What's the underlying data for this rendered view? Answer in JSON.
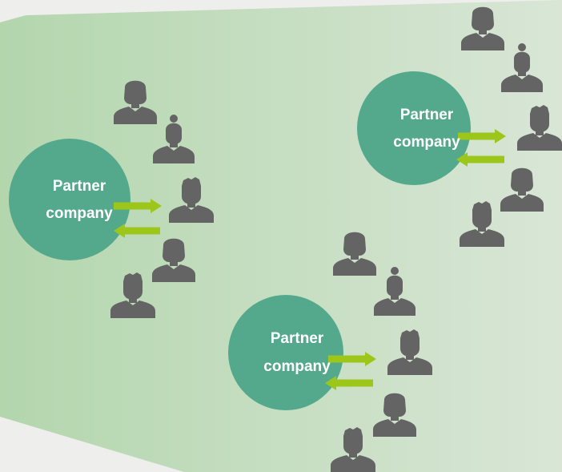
{
  "colors": {
    "background": "#eeeeec",
    "panel_left": "#b3d6ad",
    "panel_right": "#d9e6d6",
    "company_circle": "#54a98d",
    "person": "#646464",
    "arrow": "#9cc71a"
  },
  "groups": [
    {
      "company": {
        "line1": "Partner",
        "line2": "company"
      },
      "people": [
        {
          "icon": "woman-short-hair"
        },
        {
          "icon": "woman-ponytail"
        },
        {
          "icon": "man-short-hair"
        },
        {
          "icon": "woman-short-hair"
        },
        {
          "icon": "man-short-hair"
        }
      ],
      "arrows": [
        "to-person",
        "to-company"
      ]
    },
    {
      "company": {
        "line1": "Partner",
        "line2": "company"
      },
      "people": [
        {
          "icon": "woman-short-hair"
        },
        {
          "icon": "woman-ponytail"
        },
        {
          "icon": "man-short-hair"
        },
        {
          "icon": "woman-short-hair"
        },
        {
          "icon": "man-short-hair"
        }
      ],
      "arrows": [
        "to-person",
        "to-company"
      ]
    },
    {
      "company": {
        "line1": "Partner",
        "line2": "company"
      },
      "people": [
        {
          "icon": "woman-short-hair"
        },
        {
          "icon": "woman-ponytail"
        },
        {
          "icon": "man-short-hair"
        },
        {
          "icon": "woman-short-hair"
        },
        {
          "icon": "man-short-hair"
        }
      ],
      "arrows": [
        "to-person",
        "to-company"
      ]
    }
  ]
}
